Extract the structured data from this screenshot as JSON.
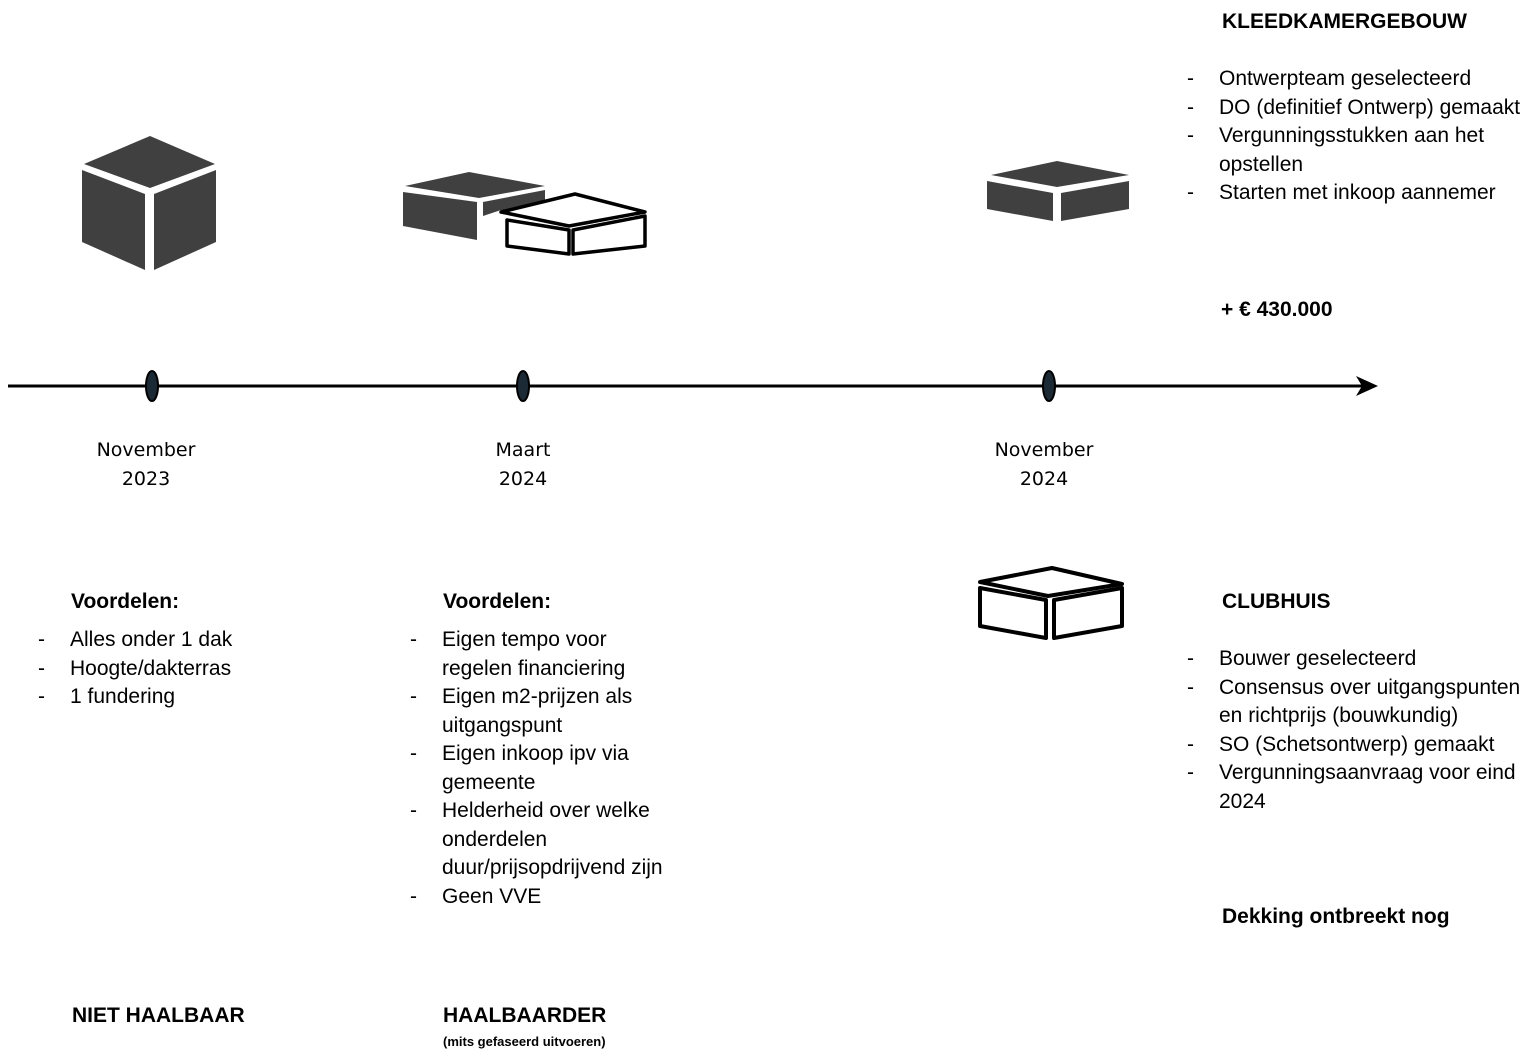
{
  "timeline": {
    "milestones": [
      {
        "month": "November",
        "year": "2023"
      },
      {
        "month": "Maart",
        "year": "2024"
      },
      {
        "month": "November",
        "year": "2024"
      }
    ]
  },
  "option1": {
    "heading": "Voordelen:",
    "items": [
      "Alles onder 1 dak",
      "Hoogte/dakterras",
      "1 fundering"
    ],
    "verdict": "NIET HAALBAAR"
  },
  "option2": {
    "heading": "Voordelen:",
    "items": [
      "Eigen tempo voor regelen financiering",
      "Eigen m2-prijzen als uitgangspunt",
      "Eigen inkoop ipv via gemeente",
      "Helderheid over welke onderdelen duur/prijsopdrijvend zijn",
      "Geen VVE"
    ],
    "verdict": "HAALBAARDER",
    "verdict_note": "(mits gefaseerd uitvoeren)"
  },
  "kleedkamer": {
    "title": "KLEEDKAMERGEBOUW",
    "items": [
      "Ontwerpteam geselecteerd",
      "DO (definitief Ontwerp) gemaakt",
      "Vergunningsstukken aan het opstellen",
      "Starten met inkoop aannemer"
    ],
    "amount": "+ € 430.000"
  },
  "clubhuis": {
    "title": "CLUBHUIS",
    "items": [
      "Bouwer geselecteerd",
      "Consensus over uitgangspunten en richtprijs (bouwkundig)",
      "SO (Schetsontwerp) gemaakt",
      "Vergunningsaanvraag voor eind 2024"
    ],
    "funding": "Dekking ontbreekt nog"
  },
  "icons": {
    "cube": "solid-cube-icon",
    "split_blocks": "dark-and-outline-block-icon",
    "dark_slab": "dark-slab-icon",
    "outline_slab": "outline-slab-icon"
  }
}
